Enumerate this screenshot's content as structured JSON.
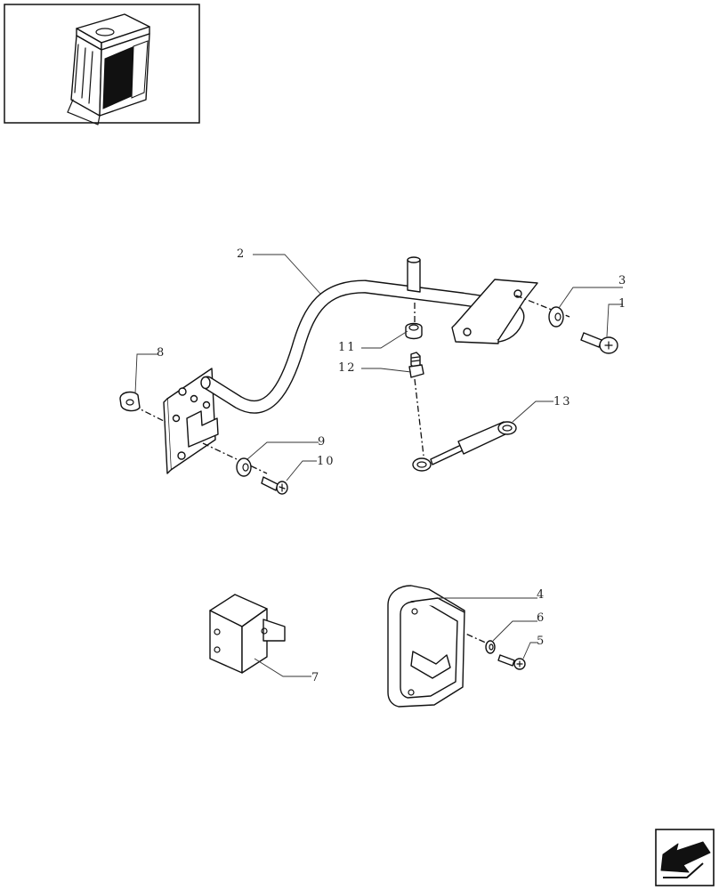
{
  "callouts": {
    "c1": "1",
    "c2": "2",
    "c3": "3",
    "c4": "4",
    "c5": "5",
    "c6": "6",
    "c7": "7",
    "c8": "8",
    "c9": "9",
    "c10": "10",
    "c11": "11",
    "c12": "12",
    "c13": "13"
  },
  "nav": {
    "icon": "arrow-icon"
  }
}
